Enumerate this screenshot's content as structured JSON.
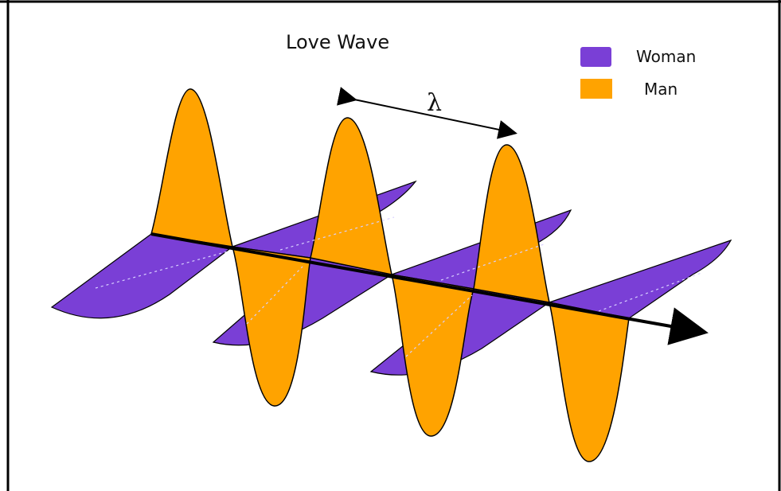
{
  "title": "Love Wave",
  "wavelength_symbol": "λ",
  "legend": {
    "items": [
      {
        "label": "Woman",
        "color": "#7a3fd6"
      },
      {
        "label": "Man",
        "color": "#ffa300"
      }
    ]
  },
  "colors": {
    "orange": "#ffa300",
    "purple": "#7a3fd6",
    "outline": "#000000"
  }
}
